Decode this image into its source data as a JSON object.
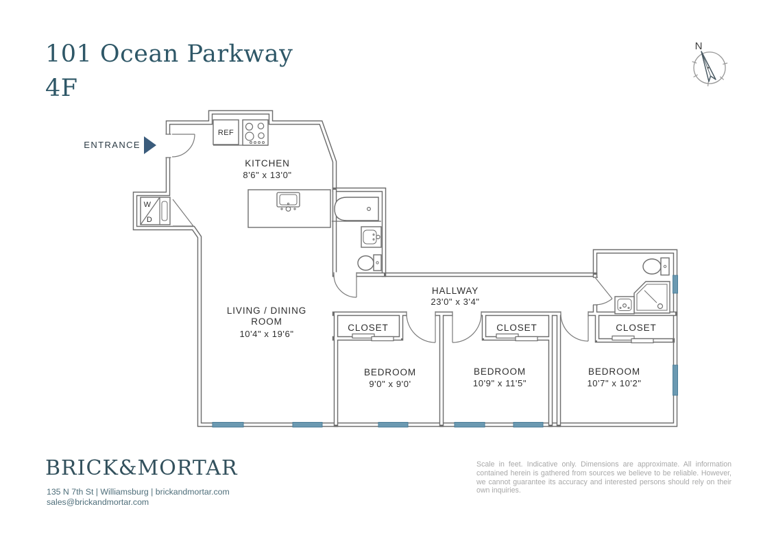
{
  "title": {
    "line1": "101 Ocean Parkway",
    "line2": "4F"
  },
  "entrance_label": "ENTRANCE",
  "compass": {
    "north_label": "N"
  },
  "rooms": [
    {
      "id": "kitchen",
      "name": "KITCHEN",
      "dims": "8'6\" x 13'0\""
    },
    {
      "id": "living",
      "name": "LIVING / DINING",
      "name2": "ROOM",
      "dims": "10'4\" x 19'6\""
    },
    {
      "id": "hallway",
      "name": "HALLWAY",
      "dims": "23'0\" x 3'4\""
    },
    {
      "id": "bedroom-1",
      "name": "BEDROOM",
      "dims": "9'0\" x 9'0'"
    },
    {
      "id": "bedroom-2",
      "name": "BEDROOM",
      "dims": "10'9\" x 11'5\""
    },
    {
      "id": "bedroom-3",
      "name": "BEDROOM",
      "dims": "10'7\" x 10'2\""
    }
  ],
  "closets": [
    {
      "label": "CLOSET"
    },
    {
      "label": "CLOSET"
    },
    {
      "label": "CLOSET"
    }
  ],
  "appliances": {
    "refrigerator": "REF",
    "washer": "W",
    "dryer": "D"
  },
  "footer": {
    "logo": "BRICK&MORTAR",
    "address": "135 N 7th St | Williamsburg | brickandmortar.com",
    "email": "sales@brickandmortar.com",
    "disclaimer": "Scale in feet. Indicative only. Dimensions are approximate. All information contained herein is gathered from sources we believe to be reliable. However, we cannot guarantee its accuracy and interested persons should rely on their own inquiries."
  },
  "colors": {
    "accent_teal": "#2e5767",
    "logo_teal": "#33515d",
    "address_teal": "#4e6e7a",
    "entrance_arrow_blue": "#3b5c7c",
    "window_blue": "#6b99b1",
    "window_border_blue": "#4d7e98",
    "wall_gray": "#6e6e6e",
    "disclaimer_gray": "#a8a8a8"
  }
}
